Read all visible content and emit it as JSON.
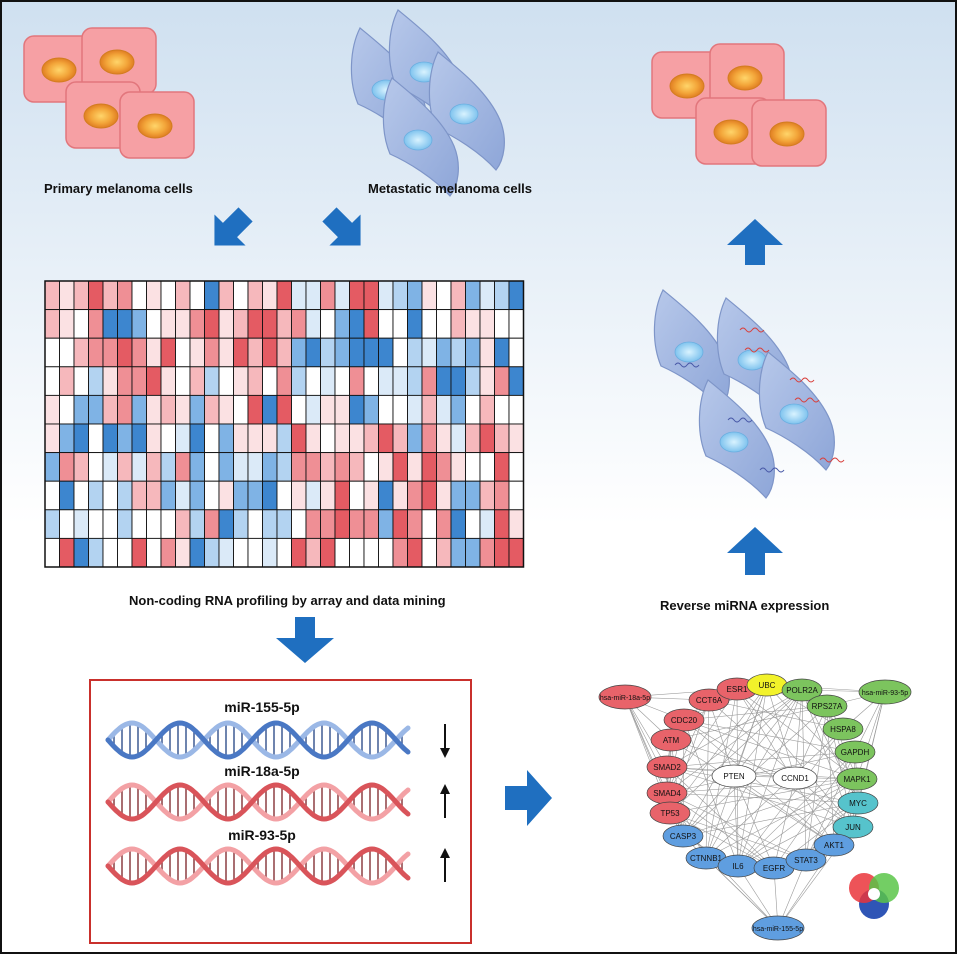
{
  "labels": {
    "primary_cells": "Primary melanoma cells",
    "metastatic_cells": "Metastatic melanoma cells",
    "profiling": "Non-coding RNA profiling by array and data mining",
    "reverse": "Reverse miRNA expression"
  },
  "mirnas": [
    {
      "name": "miR-155-5p",
      "direction": "down",
      "color": "blue"
    },
    {
      "name": "miR-18a-5p",
      "direction": "up",
      "color": "red"
    },
    {
      "name": "miR-93-5p",
      "direction": "up",
      "color": "red"
    }
  ],
  "network": {
    "hubs": [
      "hsa-miR-18a-5p",
      "hsa-miR-93-5p",
      "hsa-miR-155-5p"
    ],
    "center": [
      "PTEN",
      "CCND1"
    ],
    "red_nodes": [
      "CCT6A",
      "ESR1",
      "CDC20",
      "ATM",
      "SMAD2",
      "SMAD4",
      "TP53"
    ],
    "yellow_nodes": [
      "UBC"
    ],
    "green_nodes": [
      "POLR2A",
      "RPS27A",
      "HSPA8",
      "GAPDH",
      "MAPK1"
    ],
    "teal_nodes": [
      "MYC",
      "JUN"
    ],
    "blue_nodes": [
      "CASP3",
      "CTNNB1",
      "IL6",
      "EGFR",
      "STAT3",
      "AKT1"
    ]
  },
  "colors": {
    "red": "#e8636a",
    "blue": "#5f9ee0",
    "green": "#7cc45e",
    "yellow": "#f2f22a",
    "teal": "#56c3cc",
    "arrow": "#1f6fc0",
    "frame": "#c9302c"
  }
}
